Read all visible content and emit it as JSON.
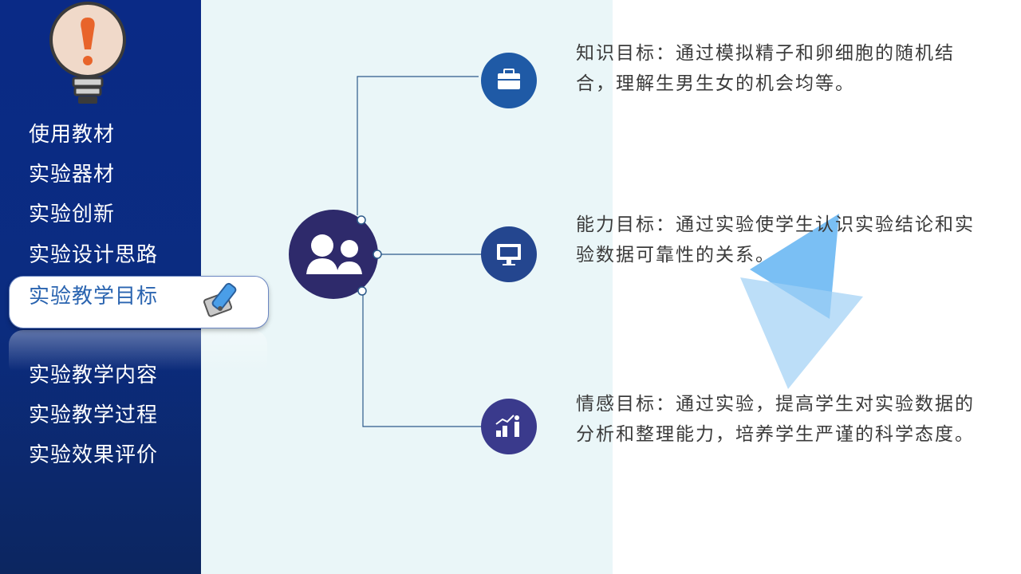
{
  "sidebar": {
    "items": [
      {
        "label": "使用教材"
      },
      {
        "label": "实验器材"
      },
      {
        "label": "实验创新"
      },
      {
        "label": "实验设计思路"
      },
      {
        "label": "实验教学目标",
        "active": true
      },
      {
        "label": "实验教学内容"
      },
      {
        "label": "实验教学过程"
      },
      {
        "label": "实验效果评价"
      }
    ]
  },
  "goals": [
    {
      "text": "知识目标：通过模拟精子和卵细胞的随机结合，理解生男生女的机会均等。",
      "icon": "briefcase-icon"
    },
    {
      "text": "能力目标：通过实验使学生认识实验结论和实验数据可靠性的关系。",
      "icon": "monitor-icon"
    },
    {
      "text": "情感目标：通过实验，提高学生对实验数据的分析和整理能力，培养学生严谨的科学态度。",
      "icon": "growth-chart-icon"
    }
  ],
  "colors": {
    "sidebar": "#0a2a86",
    "hub": "#2e2a6b",
    "node_1": "#1f5aa6",
    "node_2": "#24468f",
    "node_3": "#3a3a8c",
    "active_text": "#2a64b0",
    "triangle": "#5fb2f0"
  }
}
